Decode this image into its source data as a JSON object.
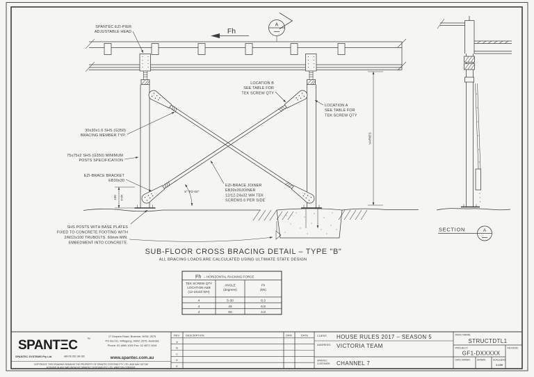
{
  "sheet": {
    "force": {
      "symbol": "Fh"
    },
    "section_cut": {
      "letter": "A"
    },
    "annotations": {
      "ezi_pier": [
        "SPANTEC EZI-PIER",
        "ADJUSTABLE HEAD"
      ],
      "location_b": [
        "LOCATION B",
        "SEE TABLE FOR",
        "TEK SCREW QTY"
      ],
      "location_a": [
        "LOCATION A",
        "SEE TABLE FOR",
        "TEK SCREW QTY"
      ],
      "bracing_member": [
        "30x30x1.6 SHS (G350)",
        "BRACING MEMBER TYP."
      ],
      "posts_spec": [
        "75x75x2 SHS (G350) MINIMUM",
        "POSTS SPECIFICATION"
      ],
      "brace_bracket": [
        "EZI-BRACE BRACKET",
        "EB30x30"
      ],
      "brace_joiner": [
        "EZI-BRACE JOINER",
        "EB30x30JOINER",
        "12/12-24x32 WH TEK",
        "SCREWS 6 PER SIDE"
      ],
      "shs_posts": [
        "SHS POSTS WITH BASE PLATES",
        "FIXED TO CONCRETE FOOTING WITH",
        "2/M12x100 TRUBOLTS. 60mm MIN.",
        "EMBEDMENT INTO CONCRETE."
      ]
    },
    "dimensions": {
      "height": "VARIES",
      "base": "100",
      "typ": "TYP.",
      "angle_range": "5° TO 60°"
    },
    "detail": {
      "title": "SUB-FLOOR CROSS BRACING DETAIL – TYPE \"B\"",
      "subtitle": "ALL BRACING LOADS ARE CALCULATED USING ULTIMATE STATE DESIGN"
    },
    "section_view": {
      "label": "SECTION",
      "letter": "A"
    }
  },
  "table": {
    "header_fh": "Fh",
    "header_text": "– HORIZONTAL RACKING FORCE",
    "col1": [
      "TEK SCREW QTY",
      "LOCATION A&B",
      "(12-24x32 WH)"
    ],
    "col2": [
      "ANGLE",
      "(degrees)"
    ],
    "col3": [
      "Fh",
      "(kN)"
    ],
    "rows": [
      [
        "4",
        "5-30",
        "8.3"
      ],
      [
        "4",
        "45",
        "6.8"
      ],
      [
        "4",
        "60",
        "4.8"
      ]
    ]
  },
  "title_block": {
    "logo": "SPANTΞC",
    "logo_tm": "™",
    "company_line": "SPANTEC SYSTEMS Pty Ltd",
    "abn": "ABN 56 053 184 289",
    "address_lines": [
      "17 Drapers Road, Braemar, NSW, 2575",
      "PO Box 61, Mittagong, NSW, 2575, Australia",
      "Phone: 02 4860 1000 Fax: 02 4872 1616"
    ],
    "website": "www.spantec.com.au",
    "copyright": [
      "COPYRIGHT: THIS DRAWING REMAINS THE PROPERTY OF SPANTEC SYSTEMS PTY. LTD. AND MAY NOT BE",
      "ALTERED IN ANY WAY WITHOUT SPANTEC SYSTEMS PTY. LTD. WRITTEN CONSENT."
    ],
    "rev_header": "REV.",
    "description_header": "DESCRIPTION",
    "drn_header": "DRN.",
    "date_header": "DATE",
    "rev_rows": [
      "A",
      "B",
      "C",
      "D",
      "E"
    ],
    "client_label": "CLIENT:",
    "client_value": "HOUSE RULES 2017 – SEASON 5",
    "address_label": "ADDRESS:",
    "address_value": "VICTORIA TEAM",
    "customer_label_1": "SPANTEC",
    "customer_label_2": "CUSTOMER:",
    "customer_value": "CHANNEL 7",
    "dwg_name_label": "DWG NAME:",
    "dwg_name_value": "STRUCTDTL1",
    "project_label": "PROJECT:",
    "project_value": "GF1-DXXXXX",
    "revision_label": "REVISION:",
    "date_drawn_label": "DATE DRAWN:",
    "drawn_label": "DRAWN:",
    "scale_label": "SCALE@A3",
    "scale_value": "1:100"
  },
  "colors": {
    "line": "#3c3c3c",
    "paper": "#f5f5f3"
  }
}
